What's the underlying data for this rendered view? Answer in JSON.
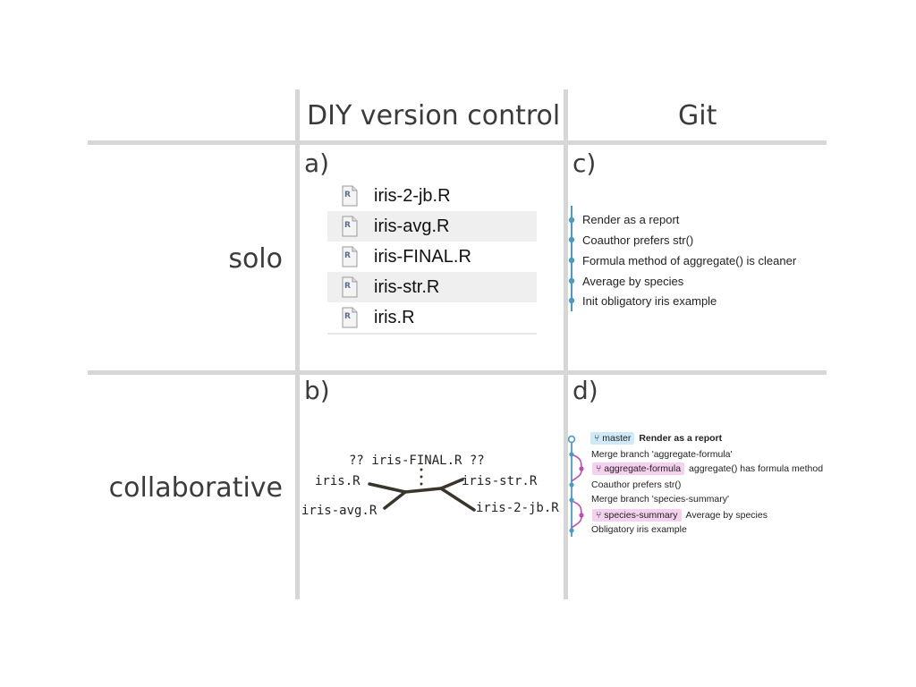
{
  "headers": {
    "col_diy": "DIY version control",
    "col_git": "Git"
  },
  "rows": {
    "solo": "solo",
    "collaborative": "collaborative"
  },
  "panels": {
    "a": "a)",
    "b": "b)",
    "c": "c)",
    "d": "d)"
  },
  "panel_a": {
    "files": [
      "iris-2-jb.R",
      "iris-avg.R",
      "iris-FINAL.R",
      "iris-str.R",
      "iris.R"
    ],
    "icon": "r-script-file-icon"
  },
  "panel_b": {
    "top": "?? iris-FINAL.R ??",
    "left_top": "iris.R",
    "left_bottom": "iris-avg.R",
    "right_top": "iris-str.R",
    "right_bottom": "iris-2-jb.R"
  },
  "panel_c": {
    "commits": [
      "Render as a report",
      "Coauthor prefers str()",
      "Formula method of aggregate() is cleaner",
      "Average by species",
      "Init obligatory iris example"
    ]
  },
  "panel_d": {
    "master_tag": "master",
    "master_msg": "Render as a report",
    "merge1": "Merge branch 'aggregate-formula'",
    "aggregate_tag": "aggregate-formula",
    "aggregate_msg": "aggregate() has formula method",
    "coauthor": "Coauthor prefers str()",
    "merge2": "Merge branch 'species-summary'",
    "species_tag": "species-summary",
    "species_msg": "Average by species",
    "initial": "Obligatory iris example",
    "branch_icon": "branch-icon"
  },
  "colors": {
    "grid": "#d6d6d6",
    "main_line": "#4a9bc4",
    "branch_line": "#c04ab8",
    "master_tag_bg": "#cfeaf6",
    "branch_tag_bg": "#f6d1ef"
  }
}
